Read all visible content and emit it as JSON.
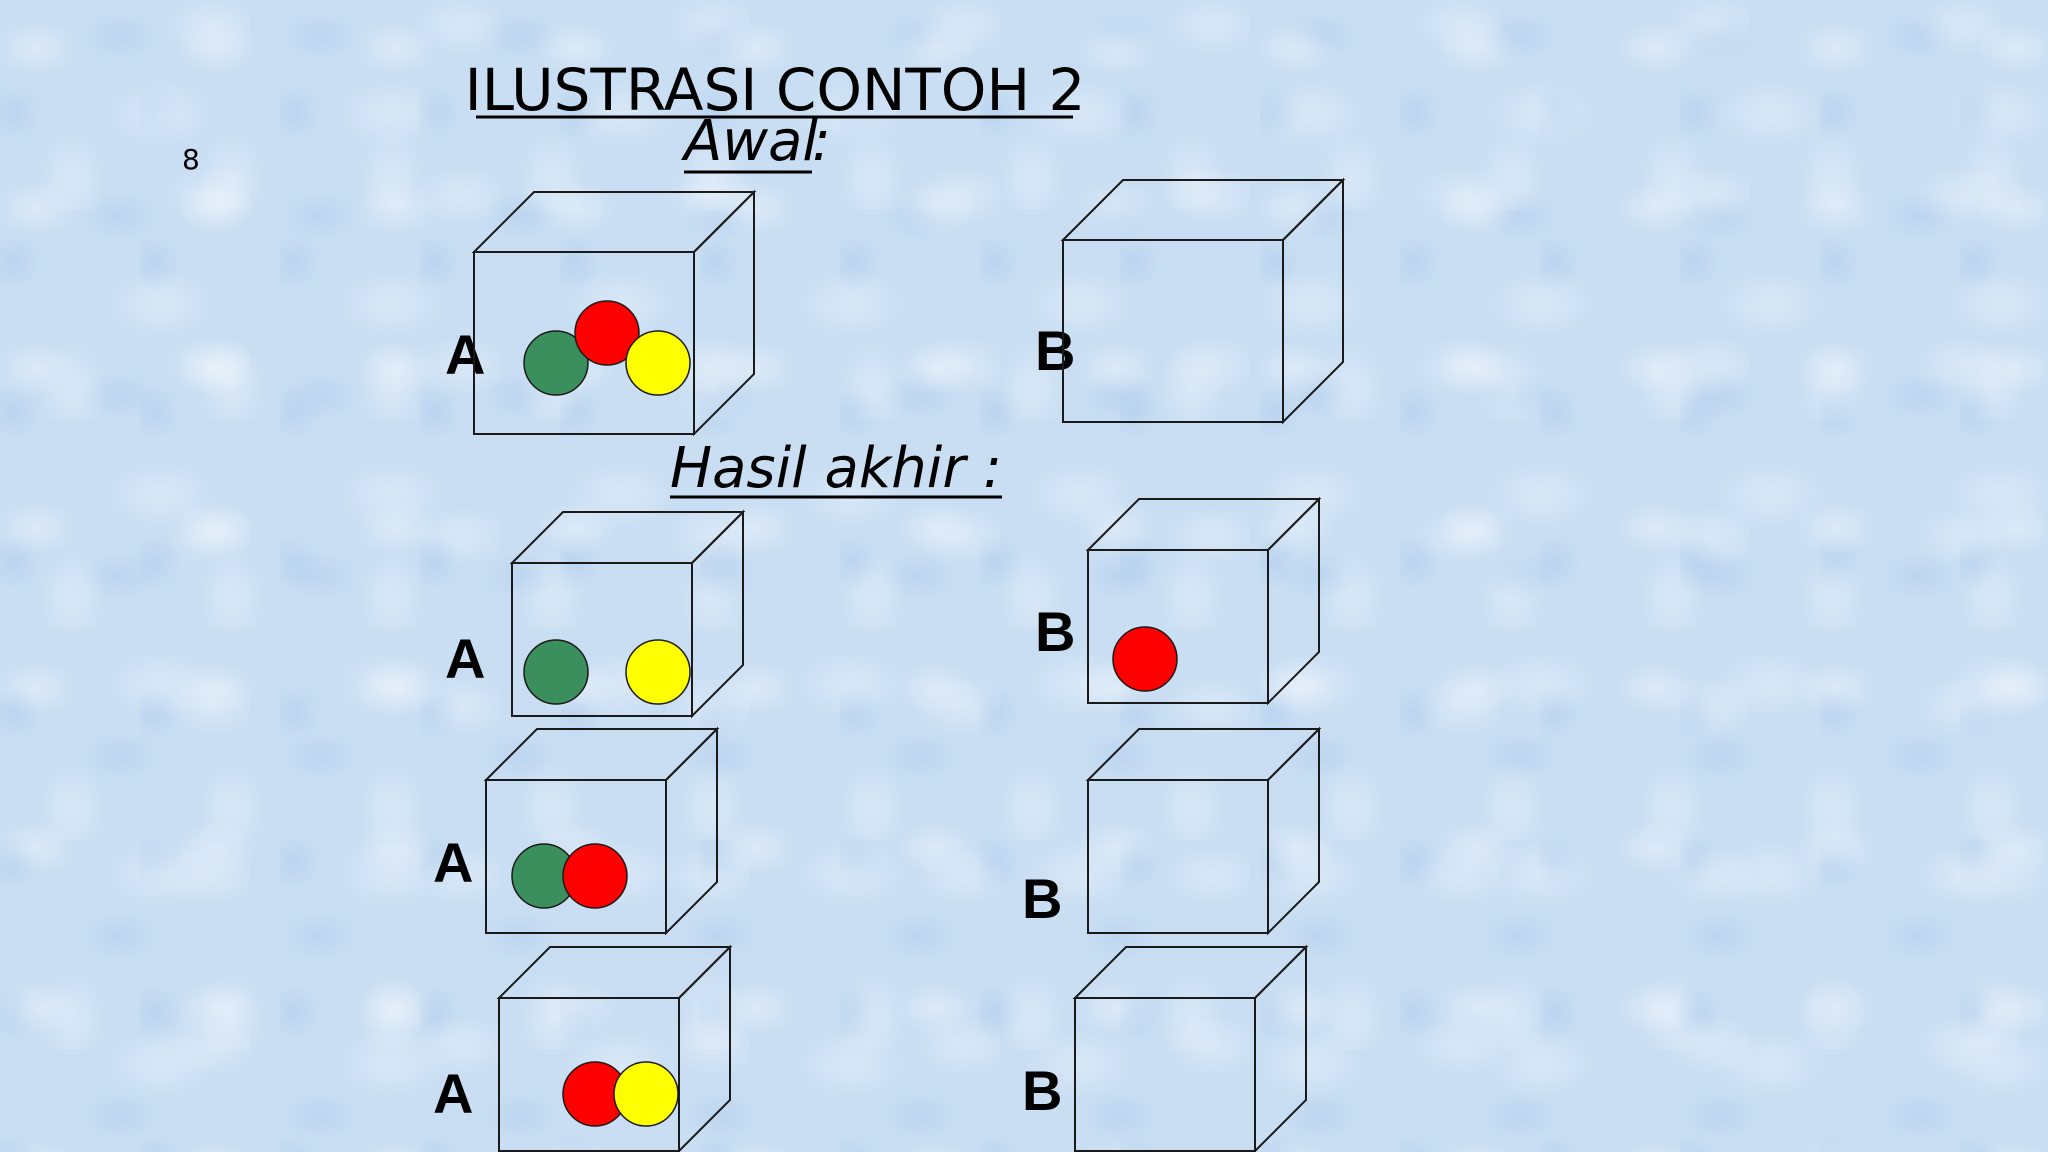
{
  "slide": {
    "page_number": "8",
    "title": "ILUSTRASI CONTOH 2",
    "initial_heading": "Awal",
    "initial_colon": " :",
    "result_heading": "Hasil akhir :"
  },
  "colors": {
    "green": "#3a8f5c",
    "red": "#ff0000",
    "yellow": "#ffff00",
    "outline": "#1a1a1a"
  },
  "boxes": [
    {
      "label": "A",
      "balls": [
        "green",
        "red",
        "yellow"
      ]
    },
    {
      "label": "B",
      "balls": []
    },
    {
      "label": "A",
      "balls": [
        "green",
        "yellow"
      ]
    },
    {
      "label": "B",
      "balls": [
        "red"
      ]
    },
    {
      "label": "A",
      "balls": [
        "green",
        "red"
      ]
    },
    {
      "label": "B",
      "balls": []
    },
    {
      "label": "A",
      "balls": [
        "red",
        "yellow"
      ]
    },
    {
      "label": "B",
      "balls": []
    }
  ]
}
